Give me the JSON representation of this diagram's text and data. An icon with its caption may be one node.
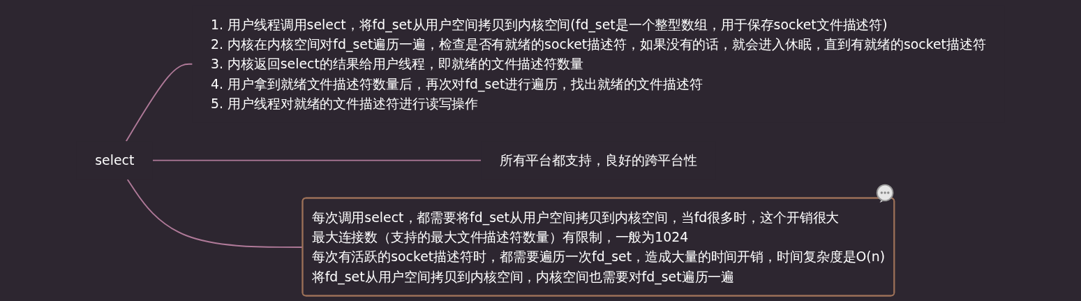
{
  "diagram": {
    "nodes": [
      {
        "text": [
          "select"
        ]
      },
      {
        "text": [
          "1. 用户线程调用select，将fd_set从用户空间拷贝到内核空间(fd_set是一个整型数组，用于保存socket文件描述符)",
          "2. 内核在内核空间对fd_set遍历一遍，检查是否有就绪的socket描述符，如果没有的话，就会进入休眠，直到有就绪的socket描述符",
          "3. 内核返回select的结果给用户线程，即就绪的文件描述符数量",
          "4. 用户拿到就绪文件描述符数量后，再次对fd_set进行遍历，找出就绪的文件描述符",
          "5. 用户线程对就绪的文件描述符进行读写操作"
        ]
      },
      {
        "text": [
          "所有平台都支持，良好的跨平台性"
        ]
      },
      {
        "text": [
          "每次调用select，都需要将fd_set从用户空间拷贝到内核空间，当fd很多时，这个开销很大",
          "最大连接数（支持的最大文件描述符数量）有限制，一般为1024",
          "每次有活跃的socket描述符时，都需要遍历一次fd_set，造成大量的时间开销，时间复杂度是O(n)",
          "将fd_set从用户空间拷贝到内核空间，内核空间也需要对fd_set遍历一遍"
        ]
      }
    ],
    "edges": [
      {
        "from": 0,
        "to": 1,
        "arrow": "none"
      },
      {
        "from": 0,
        "to": 2,
        "arrow": "none"
      },
      {
        "from": 0,
        "to": 3,
        "arrow": "none"
      }
    ]
  }
}
